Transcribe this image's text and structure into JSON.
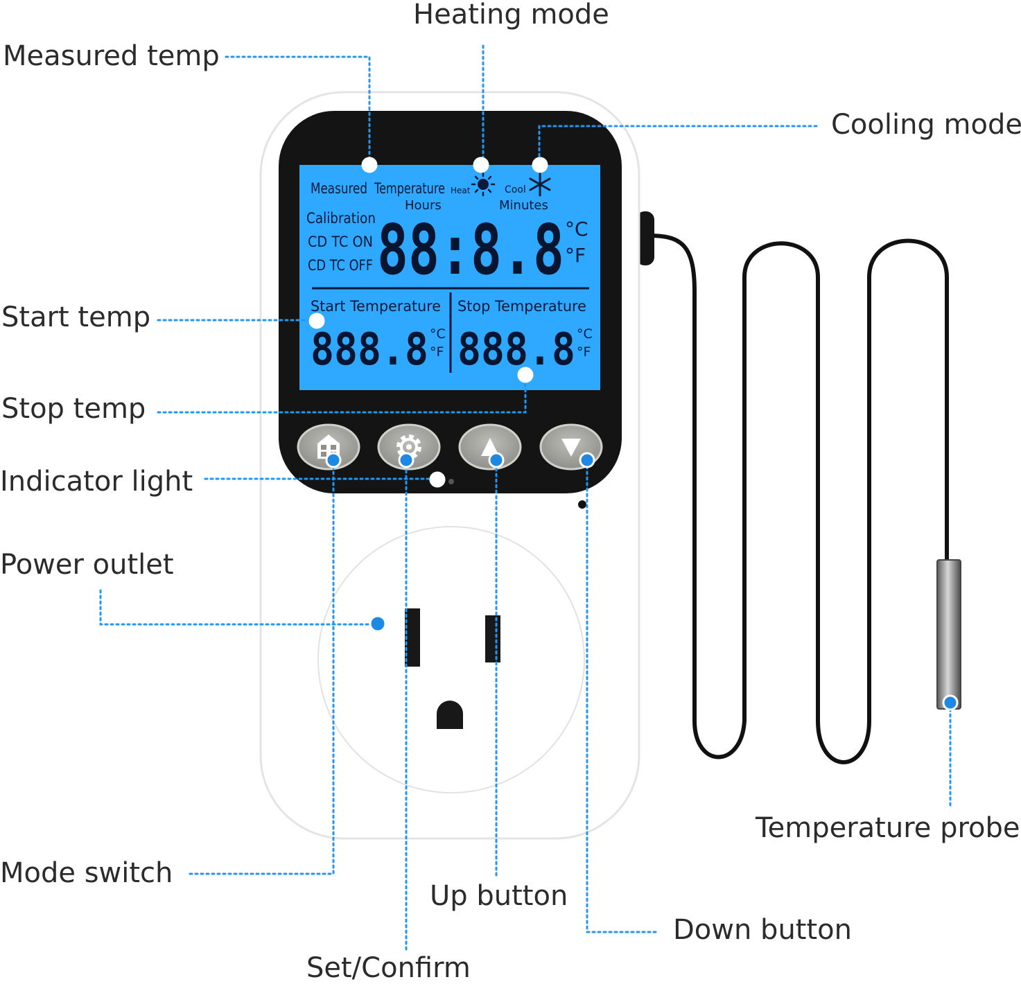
{
  "colors": {
    "accent_dot": "#1e88e5",
    "leader_line": "#2196f3",
    "lcd_background": "#2fa8ff",
    "device_body": "#ffffff",
    "bezel": "#141414",
    "button": "#a7a8a3",
    "cable": "#111111"
  },
  "callouts": {
    "measured_temp": "Measured temp",
    "heating_mode": "Heating mode",
    "cooling_mode": "Cooling mode",
    "start_temp": "Start temp",
    "stop_temp": "Stop temp",
    "indicator_light": "Indicator light",
    "power_outlet": "Power outlet",
    "mode_switch": "Mode switch",
    "up_button": "Up button",
    "down_button": "Down button",
    "set_confirm": "Set/Confirm",
    "temperature_probe": "Temperature probe"
  },
  "lcd": {
    "measured": "Measured",
    "temperature": "Temperature",
    "heat": "Heat",
    "cool": "Cool",
    "hours": "Hours",
    "minutes": "Minutes",
    "calibration": "Calibration",
    "cd_tc_on": "CD TC ON",
    "cd_tc_off": "CD TC OFF",
    "main_digits": "88:8.8",
    "unit_c": "°C",
    "unit_f": "°F",
    "start_temperature": "Start Temperature",
    "stop_temperature": "Stop Temperature",
    "start_digits": "888.8",
    "stop_digits": "888.8"
  },
  "icons": {
    "heat": "sun-icon",
    "cool": "snowflake-icon",
    "mode_button": "grid-icon",
    "set_button": "gear-icon",
    "up_button": "triangle-up-icon",
    "down_button": "triangle-down-icon"
  }
}
